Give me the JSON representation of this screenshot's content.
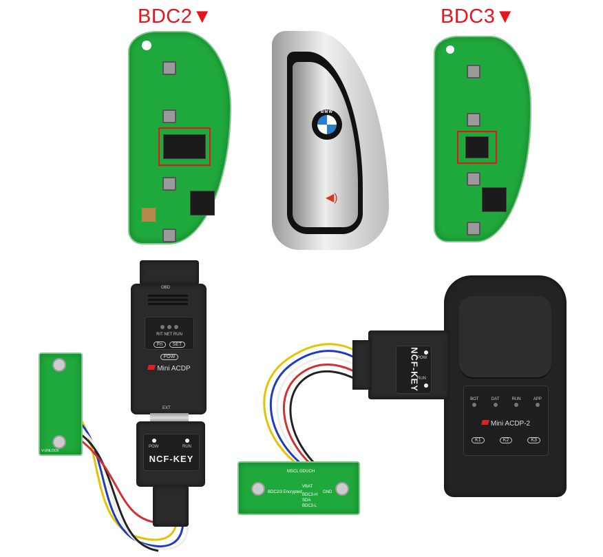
{
  "labels": {
    "bdc2": "BDC2▼",
    "bdc3": "BDC3▼"
  },
  "colors": {
    "label": "#e8141c",
    "pcb": "#1fa83c",
    "device": "#2a2a2b"
  },
  "key_fob": {
    "brand": "BMW"
  },
  "mini_acdp": {
    "top_label": "OBD",
    "leds": [
      "RIT",
      "NET",
      "RUN"
    ],
    "buttons": [
      "Fn",
      "SET",
      "POW"
    ],
    "name": "Mini ACDP",
    "bottom_label": "EXT"
  },
  "ncf_key_left": {
    "leds": [
      "POW",
      "RUN"
    ],
    "name": "NCF-KEY"
  },
  "ncf_key_right": {
    "leds": [
      "POW",
      "RUN"
    ],
    "name": "NCF-KEY"
  },
  "mini_acdp2": {
    "leds": [
      "BOT",
      "DAT",
      "RUN",
      "APP"
    ],
    "name": "Mini ACDP-2",
    "buttons": [
      "K1",
      "K2",
      "K3"
    ]
  },
  "adapter_board": {
    "pins": "MSCL GDUCH",
    "labels": [
      "BDC2/3 Encrypted",
      "VBAT",
      "BDC3-H",
      "BDC3-L",
      "GND",
      "SDA"
    ]
  },
  "small_board": {
    "label": "V-UNLOCK"
  }
}
